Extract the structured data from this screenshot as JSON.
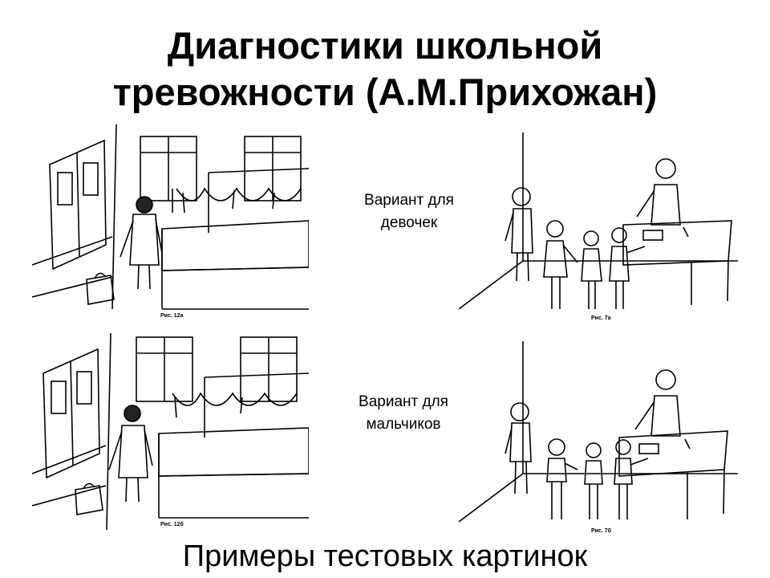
{
  "title": {
    "line1": "Диагностики школьной",
    "line2": "тревожности (А.М.Прихожан)"
  },
  "variants": [
    {
      "label_line1": "Вариант для",
      "label_line2": "девочек"
    },
    {
      "label_line1": "Вариант для",
      "label_line2": "мальчиков"
    }
  ],
  "figures": {
    "fig_12a": "Рис. 12а",
    "fig_7a": "Рис. 7а",
    "fig_12b": "Рис. 12б",
    "fig_7b": "Рис. 7б"
  },
  "footer": "Примеры тестовых картинок"
}
